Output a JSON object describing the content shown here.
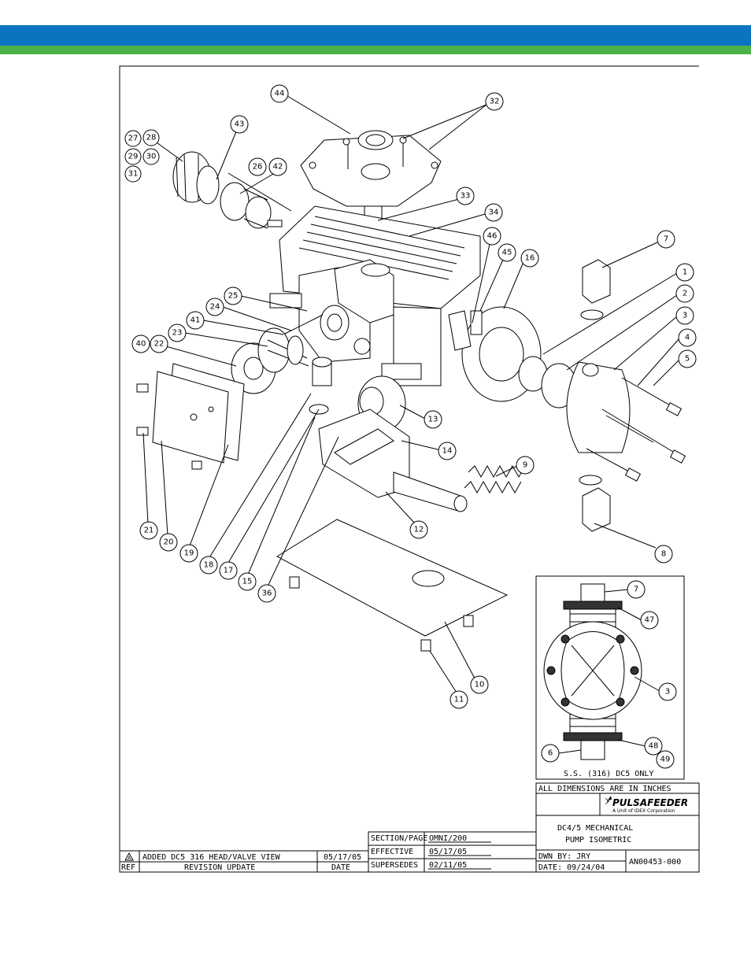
{
  "header": {
    "band_blue": "#0a74c0",
    "band_green": "#4cb249"
  },
  "callouts": [
    "44",
    "32",
    "27",
    "28",
    "43",
    "29",
    "30",
    "31",
    "26",
    "42",
    "33",
    "34",
    "7",
    "46",
    "45",
    "16",
    "1",
    "2",
    "3",
    "4",
    "5",
    "25",
    "24",
    "41",
    "23",
    "40",
    "22",
    "13",
    "14",
    "9",
    "12",
    "21",
    "20",
    "19",
    "18",
    "17",
    "15",
    "36",
    "8",
    "10",
    "11",
    "47",
    "3",
    "48",
    "6",
    "49"
  ],
  "inset": {
    "caption": "S.S. (316) DC5 ONLY"
  },
  "title_block": {
    "dimensions_note": "ALL DIMENSIONS ARE IN INCHES",
    "company_name": "PULSAFEEDER",
    "company_subtitle": "A Unit of IDEX Corporation",
    "drawing_title_line1": "DC4/5 MECHANICAL",
    "drawing_title_line2": "PUMP ISOMETRIC",
    "drawn_by": "DWN BY: JRY",
    "date": "DATE:  09/24/04",
    "drawing_number": "AN00453-000",
    "section_page_label": "SECTION/PAGE",
    "section_page_value": "OMNI/200",
    "effective_label": "EFFECTIVE",
    "effective_value": "05/17/05",
    "supersedes_label": "SUPERSEDES",
    "supersedes_value": "02/11/05"
  },
  "revision_block": {
    "rev_symbol": "A",
    "rev_description": "ADDED DC5 316 HEAD/VALVE VIEW",
    "rev_date": "05/17/05",
    "header_ref": "REF",
    "header_update": "REVISION UPDATE",
    "header_date": "DATE"
  }
}
